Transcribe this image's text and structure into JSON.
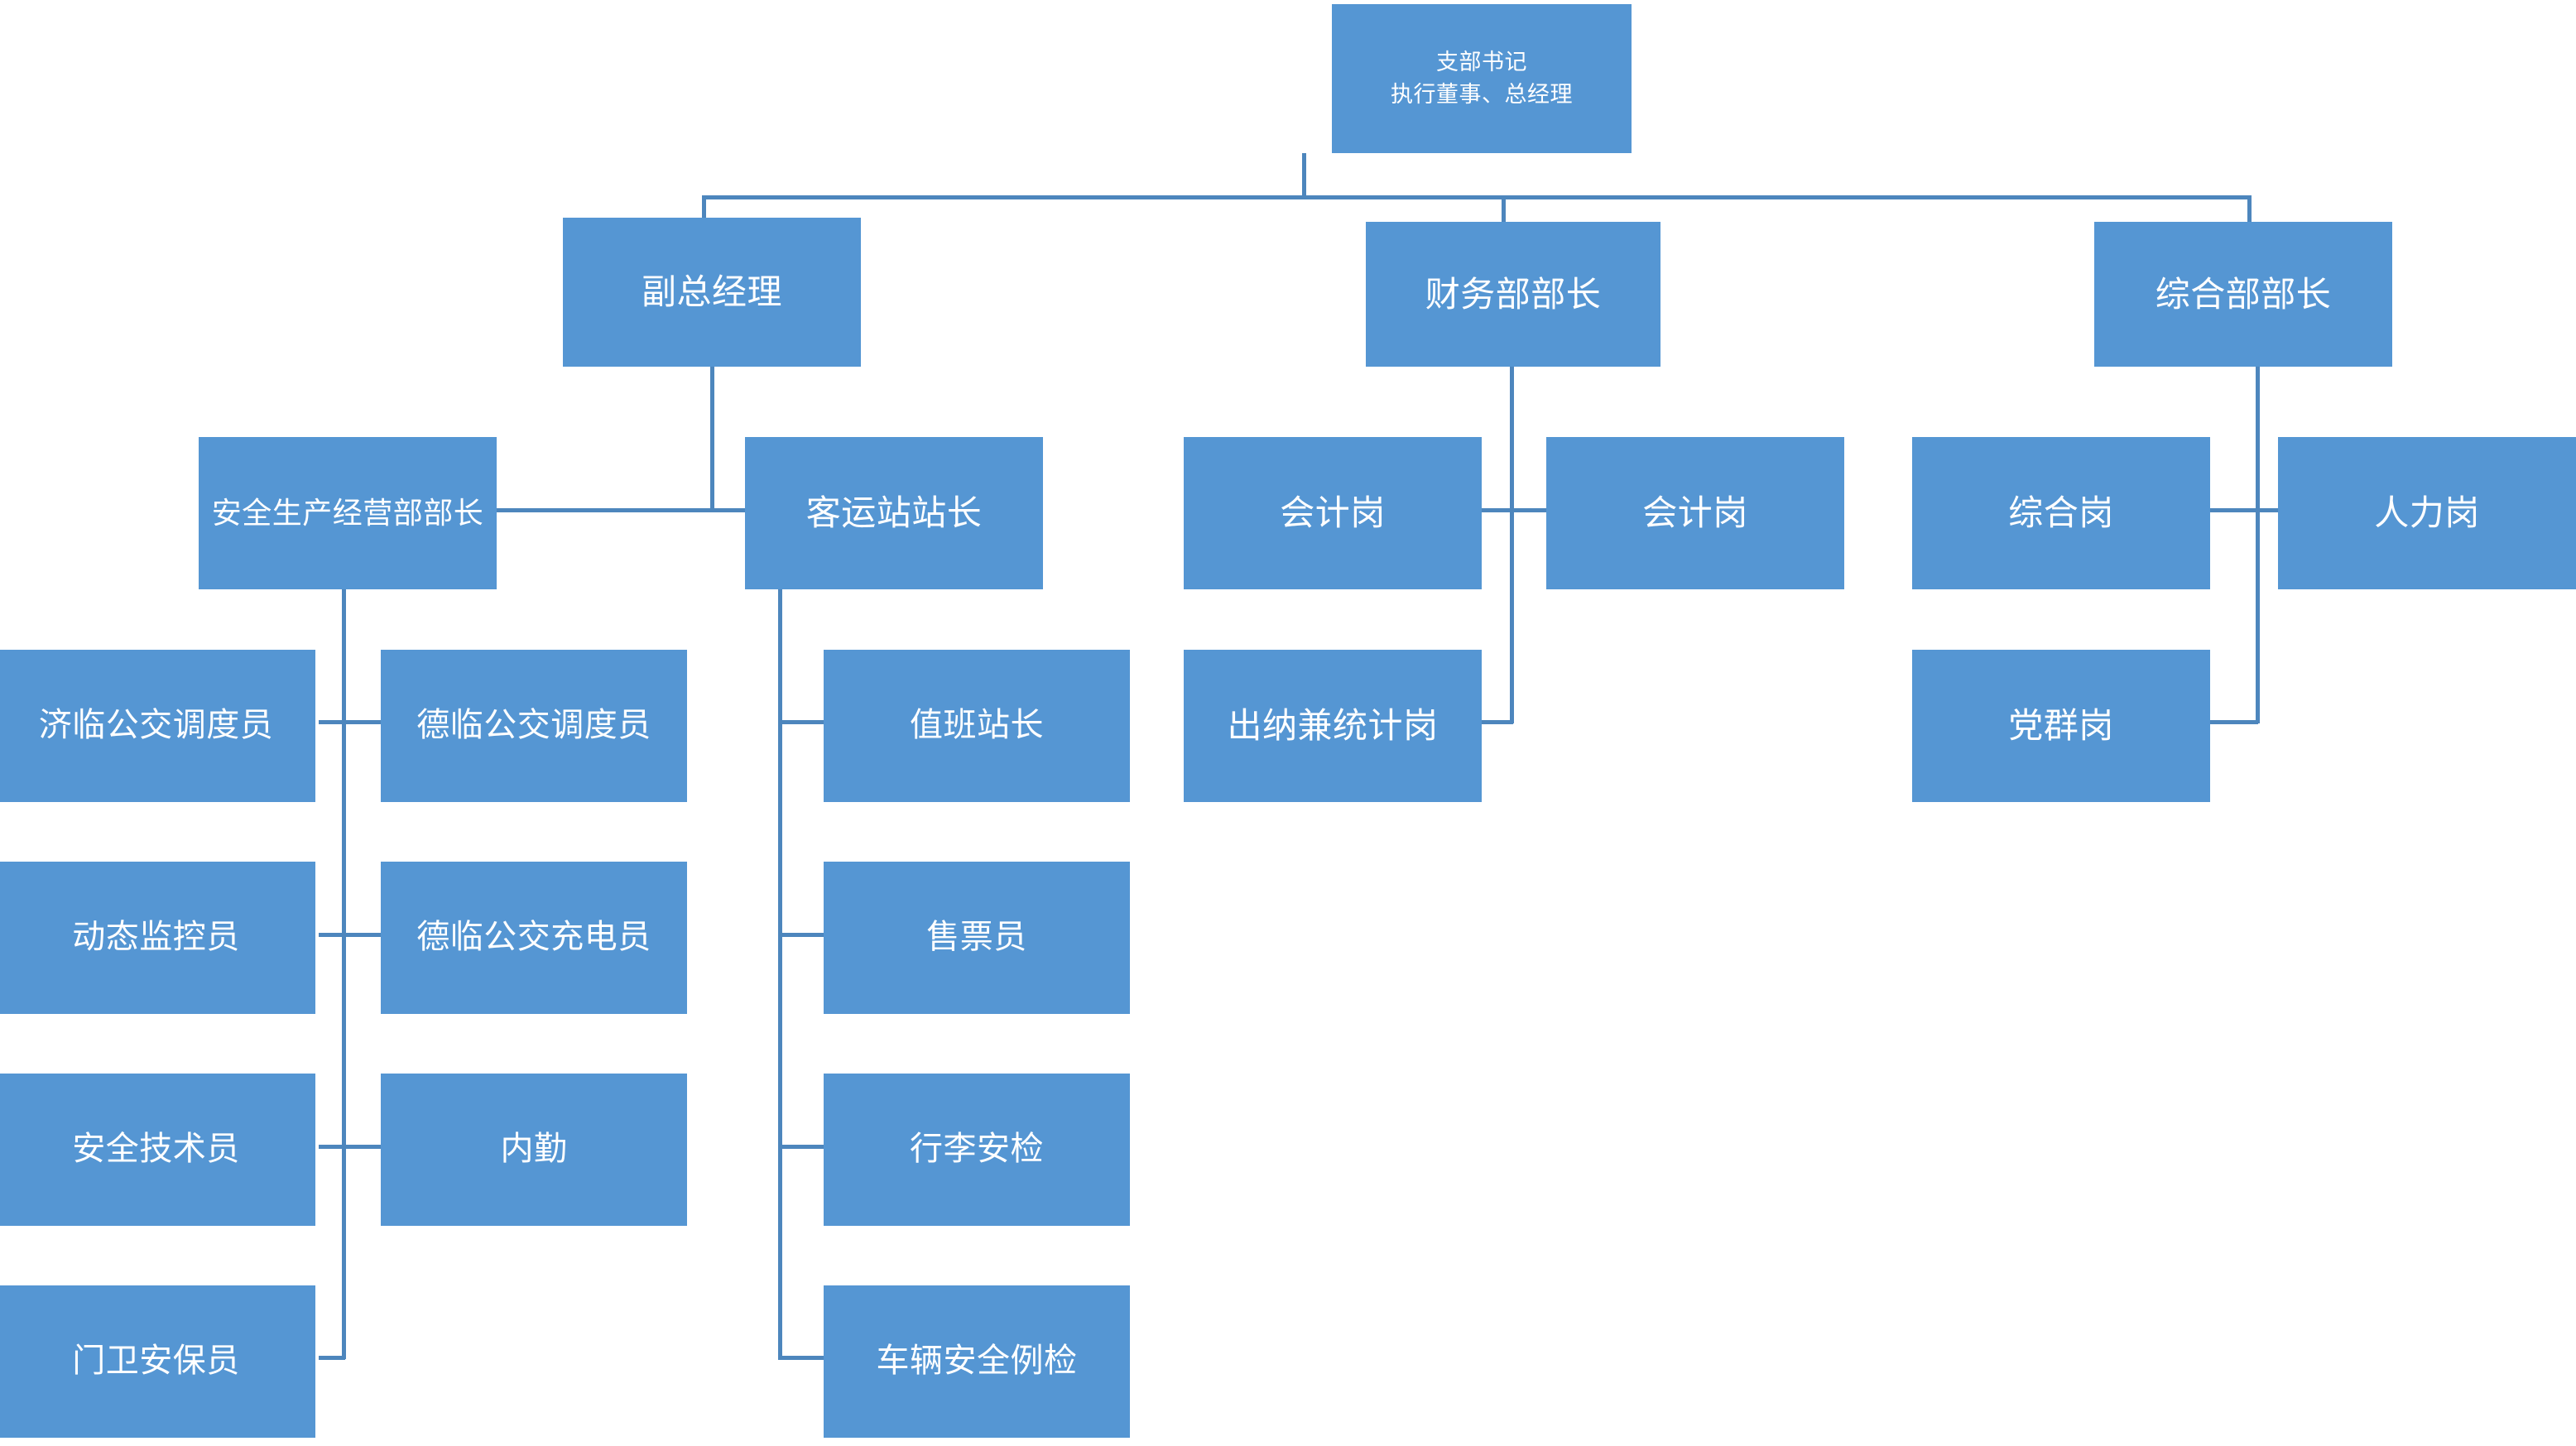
{
  "meta": {
    "title": "组织架构图",
    "accent_color": "#5596d3",
    "connector_color": "#4d86bd",
    "background_color": "#ffffff",
    "text_color": "#ffffff"
  },
  "nodes": {
    "root": {
      "line1": "支部书记",
      "line2": "执行董事、总经理"
    },
    "level2": [
      {
        "id": "deputy-gm",
        "label": "副总经理"
      },
      {
        "id": "finance-head",
        "label": "财务部部长"
      },
      {
        "id": "general-head",
        "label": "综合部部长"
      }
    ],
    "level3": [
      {
        "id": "safety-dept-head",
        "label": "安全生产经营部部长"
      },
      {
        "id": "station-master",
        "label": "客运站站长"
      },
      {
        "id": "accountant-1",
        "label": "会计岗"
      },
      {
        "id": "accountant-2",
        "label": "会计岗"
      },
      {
        "id": "cashier-statistics",
        "label": "出纳兼统计岗"
      },
      {
        "id": "general-post",
        "label": "综合岗"
      },
      {
        "id": "hr-post",
        "label": "人力岗"
      },
      {
        "id": "party-post",
        "label": "党群岗"
      }
    ],
    "safety_children_left": [
      {
        "id": "jilin-dispatcher",
        "label": "济临公交调度员"
      },
      {
        "id": "dynamic-monitor",
        "label": "动态监控员"
      },
      {
        "id": "safety-technician",
        "label": "安全技术员"
      },
      {
        "id": "gate-security",
        "label": "门卫安保员"
      }
    ],
    "safety_children_right": [
      {
        "id": "delin-dispatcher",
        "label": "德临公交调度员"
      },
      {
        "id": "delin-charger",
        "label": "德临公交充电员"
      },
      {
        "id": "office-clerk",
        "label": "内勤"
      }
    ],
    "station_children": [
      {
        "id": "duty-station-master",
        "label": "值班站长"
      },
      {
        "id": "ticket-seller",
        "label": "售票员"
      },
      {
        "id": "baggage-inspection",
        "label": "行李安检"
      },
      {
        "id": "vehicle-safety-check",
        "label": "车辆安全例检"
      }
    ]
  }
}
